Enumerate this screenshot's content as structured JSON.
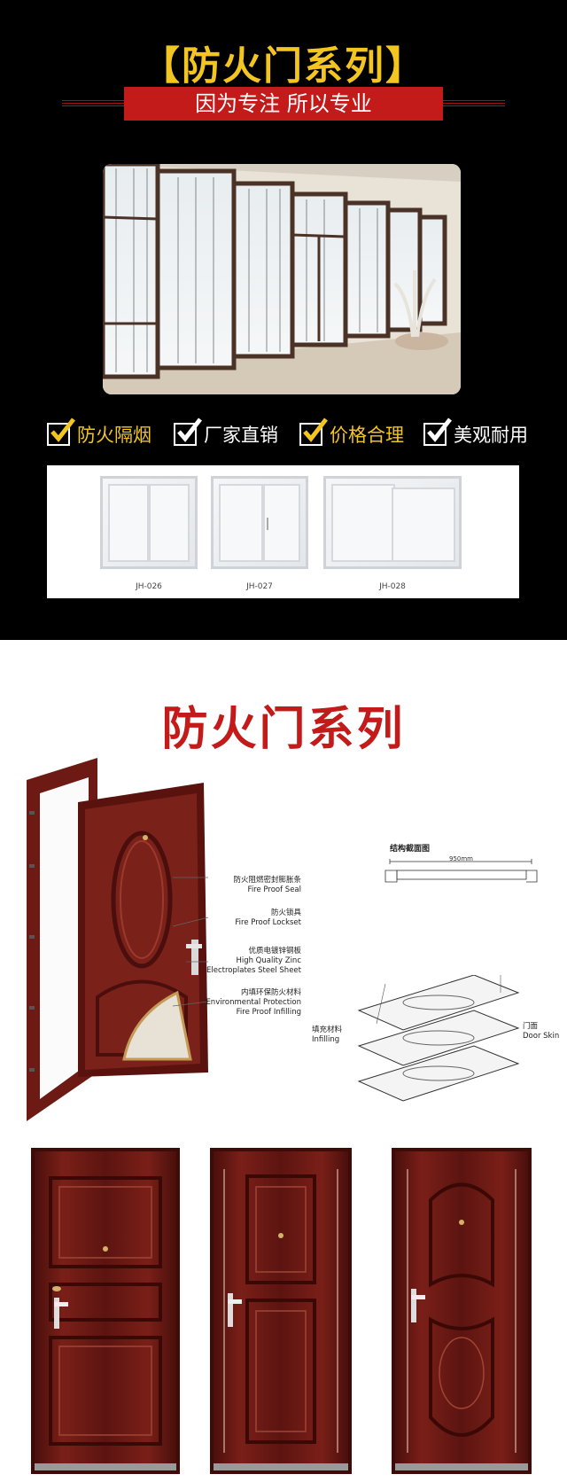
{
  "top": {
    "title_left": "【",
    "title": "防火门系列",
    "title_right": "】",
    "subtitle": "因为专注 所以专业"
  },
  "features": [
    {
      "label": "防火隔烟",
      "highlight": true
    },
    {
      "label": "厂家直销",
      "highlight": false
    },
    {
      "label": "价格合理",
      "highlight": true
    },
    {
      "label": "美观耐用",
      "highlight": false
    }
  ],
  "windows": [
    {
      "code": "JH-026"
    },
    {
      "code": "JH-027"
    },
    {
      "code": "JH-028"
    }
  ],
  "section2": {
    "title": "防火门系列",
    "labels": [
      {
        "cn": "防火阻燃密封膨胀条",
        "en": "Fire Proof Seal"
      },
      {
        "cn": "防火锁具",
        "en": "Fire Proof Lockset"
      },
      {
        "cn": "优质电镀锌钢板",
        "en": "High Quality Zinc",
        "en2": "Electroplates Steel Sheet"
      },
      {
        "cn": "内填环保防火材料",
        "en": "Environmental Protection",
        "en2": "Fire Proof Infilling"
      }
    ],
    "structure_title": "结构截面图",
    "dimension": "950mm",
    "infill_cn": "填充材料",
    "infill_en": "Infilling",
    "skin_cn": "门面",
    "skin_en": "Door Skin"
  },
  "colors": {
    "accent_yellow": "#f3c521",
    "accent_red": "#c31a1a",
    "door_brown": "#6e1a14"
  }
}
